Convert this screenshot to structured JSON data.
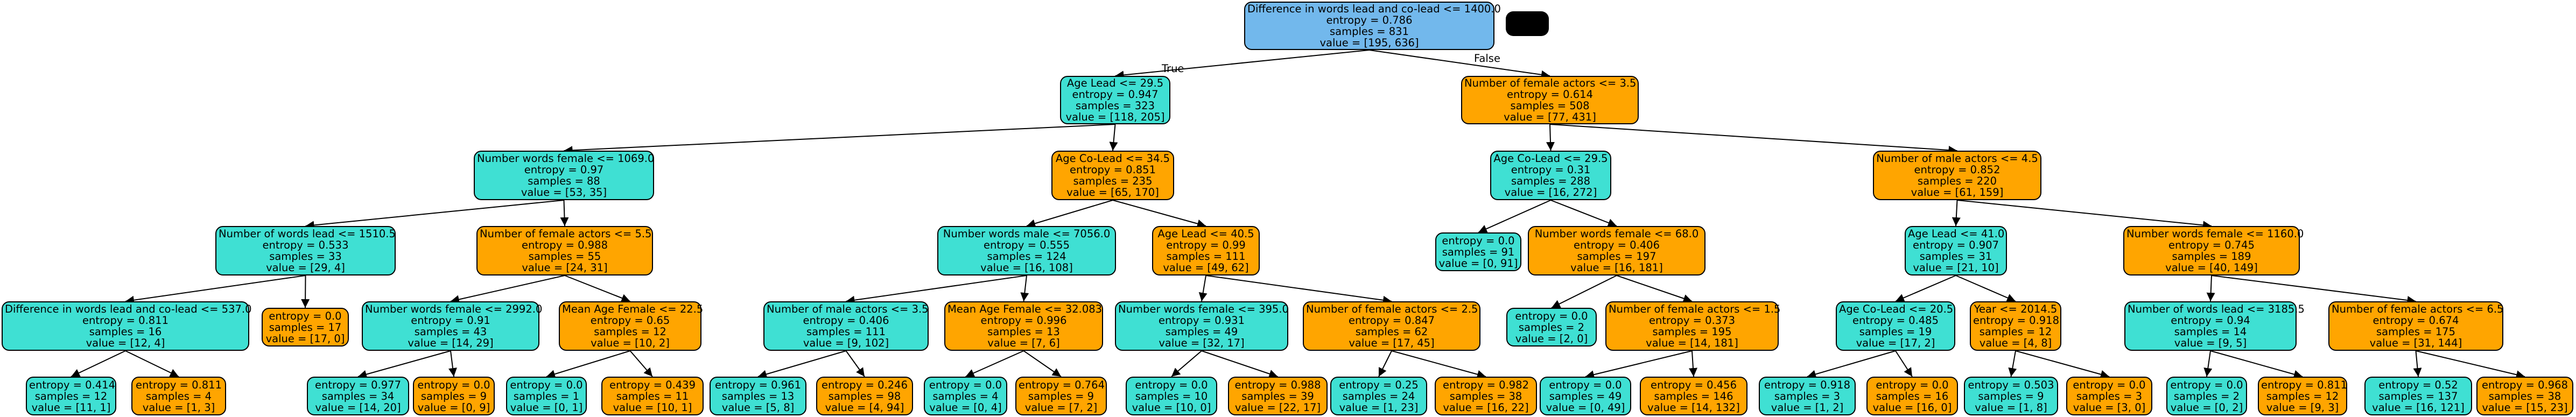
{
  "edge_labels": {
    "true_label": "True",
    "false_label": "False"
  },
  "nodes": [
    {
      "id": "root",
      "color": "blue",
      "lines": [
        "Difference in words lead and co-lead <= 1400.0",
        "entropy = 0.786",
        "samples = 831",
        "value = [195, 636]"
      ]
    },
    {
      "id": "n_age_lead_29",
      "color": "teal",
      "lines": [
        "Age Lead <= 29.5",
        "entropy = 0.947",
        "samples = 323",
        "value = [118, 205]"
      ]
    },
    {
      "id": "n_female_actors_35",
      "color": "orange",
      "lines": [
        "Number of female actors <= 3.5",
        "entropy = 0.614",
        "samples = 508",
        "value = [77, 431]"
      ]
    },
    {
      "id": "n_words_female_1069",
      "color": "teal",
      "lines": [
        "Number words female <= 1069.0",
        "entropy = 0.97",
        "samples = 88",
        "value = [53, 35]"
      ]
    },
    {
      "id": "n_age_colead_345",
      "color": "orange",
      "lines": [
        "Age Co-Lead <= 34.5",
        "entropy = 0.851",
        "samples = 235",
        "value = [65, 170]"
      ]
    },
    {
      "id": "n_age_colead_295",
      "color": "teal",
      "lines": [
        "Age Co-Lead <= 29.5",
        "entropy = 0.31",
        "samples = 288",
        "value = [16, 272]"
      ]
    },
    {
      "id": "n_male_actors_45",
      "color": "orange",
      "lines": [
        "Number of male actors <= 4.5",
        "entropy = 0.852",
        "samples = 220",
        "value = [61, 159]"
      ]
    },
    {
      "id": "n_words_lead_1510",
      "color": "teal",
      "lines": [
        "Number of words lead <= 1510.5",
        "entropy = 0.533",
        "samples = 33",
        "value = [29, 4]"
      ]
    },
    {
      "id": "n_female_actors_55",
      "color": "orange",
      "lines": [
        "Number of female actors <= 5.5",
        "entropy = 0.988",
        "samples = 55",
        "value = [24, 31]"
      ]
    },
    {
      "id": "n_words_male_7056",
      "color": "teal",
      "lines": [
        "Number words male <= 7056.0",
        "entropy = 0.555",
        "samples = 124",
        "value = [16, 108]"
      ]
    },
    {
      "id": "n_age_lead_405",
      "color": "orange",
      "lines": [
        "Age Lead <= 40.5",
        "entropy = 0.99",
        "samples = 111",
        "value = [49, 62]"
      ]
    },
    {
      "id": "leaf_0_91",
      "color": "teal",
      "lines": [
        "entropy = 0.0",
        "samples = 91",
        "value = [0, 91]"
      ]
    },
    {
      "id": "n_words_female_68",
      "color": "orange",
      "lines": [
        "Number words female <= 68.0",
        "entropy = 0.406",
        "samples = 197",
        "value = [16, 181]"
      ]
    },
    {
      "id": "n_age_lead_41",
      "color": "teal",
      "lines": [
        "Age Lead <= 41.0",
        "entropy = 0.907",
        "samples = 31",
        "value = [21, 10]"
      ]
    },
    {
      "id": "n_words_female_1160",
      "color": "orange",
      "lines": [
        "Number words female <= 1160.0",
        "entropy = 0.745",
        "samples = 189",
        "value = [40, 149]"
      ]
    },
    {
      "id": "n_diff_537",
      "color": "teal",
      "lines": [
        "Difference in words lead and co-lead <= 537.0",
        "entropy = 0.811",
        "samples = 16",
        "value = [12, 4]"
      ]
    },
    {
      "id": "leaf_17_0",
      "color": "orange",
      "lines": [
        "entropy = 0.0",
        "samples = 17",
        "value = [17, 0]"
      ]
    },
    {
      "id": "n_words_female_2992",
      "color": "teal",
      "lines": [
        "Number words female <= 2992.0",
        "entropy = 0.91",
        "samples = 43",
        "value = [14, 29]"
      ]
    },
    {
      "id": "n_mean_age_female_225",
      "color": "orange",
      "lines": [
        "Mean Age Female <= 22.5",
        "entropy = 0.65",
        "samples = 12",
        "value = [10, 2]"
      ]
    },
    {
      "id": "n_male_actors_35",
      "color": "teal",
      "lines": [
        "Number of male actors <= 3.5",
        "entropy = 0.406",
        "samples = 111",
        "value = [9, 102]"
      ]
    },
    {
      "id": "n_mean_age_female_32083",
      "color": "orange",
      "lines": [
        "Mean Age Female <= 32.083",
        "entropy = 0.996",
        "samples = 13",
        "value = [7, 6]"
      ]
    },
    {
      "id": "n_words_female_395",
      "color": "teal",
      "lines": [
        "Number words female <= 395.0",
        "entropy = 0.931",
        "samples = 49",
        "value = [32, 17]"
      ]
    },
    {
      "id": "n_female_actors_25",
      "color": "orange",
      "lines": [
        "Number of female actors <= 2.5",
        "entropy = 0.847",
        "samples = 62",
        "value = [17, 45]"
      ]
    },
    {
      "id": "leaf_2_0",
      "color": "teal",
      "lines": [
        "entropy = 0.0",
        "samples = 2",
        "value = [2, 0]"
      ]
    },
    {
      "id": "n_female_actors_15",
      "color": "orange",
      "lines": [
        "Number of female actors <= 1.5",
        "entropy = 0.373",
        "samples = 195",
        "value = [14, 181]"
      ]
    },
    {
      "id": "n_age_colead_205",
      "color": "teal",
      "lines": [
        "Age Co-Lead <= 20.5",
        "entropy = 0.485",
        "samples = 19",
        "value = [17, 2]"
      ]
    },
    {
      "id": "n_year_20145",
      "color": "orange",
      "lines": [
        "Year <= 2014.5",
        "entropy = 0.918",
        "samples = 12",
        "value = [4, 8]"
      ]
    },
    {
      "id": "n_words_lead_3185",
      "color": "teal",
      "lines": [
        "Number of words lead <= 3185.5",
        "entropy = 0.94",
        "samples = 14",
        "value = [9, 5]"
      ]
    },
    {
      "id": "n_female_actors_65",
      "color": "orange",
      "lines": [
        "Number of female actors <= 6.5",
        "entropy = 0.674",
        "samples = 175",
        "value = [31, 144]"
      ]
    },
    {
      "id": "leaf_11_1",
      "color": "teal",
      "lines": [
        "entropy = 0.414",
        "samples = 12",
        "value = [11, 1]"
      ]
    },
    {
      "id": "leaf_1_3",
      "color": "orange",
      "lines": [
        "entropy = 0.811",
        "samples = 4",
        "value = [1, 3]"
      ]
    },
    {
      "id": "leaf_14_20",
      "color": "teal",
      "lines": [
        "entropy = 0.977",
        "samples = 34",
        "value = [14, 20]"
      ]
    },
    {
      "id": "leaf_0_9",
      "color": "orange",
      "lines": [
        "entropy = 0.0",
        "samples = 9",
        "value = [0, 9]"
      ]
    },
    {
      "id": "leaf_0_1",
      "color": "teal",
      "lines": [
        "entropy = 0.0",
        "samples = 1",
        "value = [0, 1]"
      ]
    },
    {
      "id": "leaf_10_1",
      "color": "orange",
      "lines": [
        "entropy = 0.439",
        "samples = 11",
        "value = [10, 1]"
      ]
    },
    {
      "id": "leaf_5_8",
      "color": "teal",
      "lines": [
        "entropy = 0.961",
        "samples = 13",
        "value = [5, 8]"
      ]
    },
    {
      "id": "leaf_4_94",
      "color": "orange",
      "lines": [
        "entropy = 0.246",
        "samples = 98",
        "value = [4, 94]"
      ]
    },
    {
      "id": "leaf_0_4",
      "color": "teal",
      "lines": [
        "entropy = 0.0",
        "samples = 4",
        "value = [0, 4]"
      ]
    },
    {
      "id": "leaf_7_2",
      "color": "orange",
      "lines": [
        "entropy = 0.764",
        "samples = 9",
        "value = [7, 2]"
      ]
    },
    {
      "id": "leaf_10_0",
      "color": "teal",
      "lines": [
        "entropy = 0.0",
        "samples = 10",
        "value = [10, 0]"
      ]
    },
    {
      "id": "leaf_22_17",
      "color": "orange",
      "lines": [
        "entropy = 0.988",
        "samples = 39",
        "value = [22, 17]"
      ]
    },
    {
      "id": "leaf_1_23",
      "color": "teal",
      "lines": [
        "entropy = 0.25",
        "samples = 24",
        "value = [1, 23]"
      ]
    },
    {
      "id": "leaf_16_22",
      "color": "orange",
      "lines": [
        "entropy = 0.982",
        "samples = 38",
        "value = [16, 22]"
      ]
    },
    {
      "id": "leaf_0_49",
      "color": "teal",
      "lines": [
        "entropy = 0.0",
        "samples = 49",
        "value = [0, 49]"
      ]
    },
    {
      "id": "leaf_14_132",
      "color": "orange",
      "lines": [
        "entropy = 0.456",
        "samples = 146",
        "value = [14, 132]"
      ]
    },
    {
      "id": "leaf_1_2",
      "color": "teal",
      "lines": [
        "entropy = 0.918",
        "samples = 3",
        "value = [1, 2]"
      ]
    },
    {
      "id": "leaf_16_0",
      "color": "orange",
      "lines": [
        "entropy = 0.0",
        "samples = 16",
        "value = [16, 0]"
      ]
    },
    {
      "id": "leaf_1_8",
      "color": "teal",
      "lines": [
        "entropy = 0.503",
        "samples = 9",
        "value = [1, 8]"
      ]
    },
    {
      "id": "leaf_3_0",
      "color": "orange",
      "lines": [
        "entropy = 0.0",
        "samples = 3",
        "value = [3, 0]"
      ]
    },
    {
      "id": "leaf_0_2",
      "color": "teal",
      "lines": [
        "entropy = 0.0",
        "samples = 2",
        "value = [0, 2]"
      ]
    },
    {
      "id": "leaf_9_3",
      "color": "orange",
      "lines": [
        "entropy = 0.811",
        "samples = 12",
        "value = [9, 3]"
      ]
    },
    {
      "id": "leaf_15_121",
      "color": "teal",
      "lines": [
        "entropy = 0.52",
        "samples = 137",
        "value = [16, 121]"
      ]
    },
    {
      "id": "leaf_15_23",
      "color": "orange",
      "lines": [
        "entropy = 0.968",
        "samples = 38",
        "value = [15, 23]"
      ]
    }
  ],
  "edges": [
    [
      "root",
      "n_age_lead_29"
    ],
    [
      "root",
      "n_female_actors_35"
    ],
    [
      "n_age_lead_29",
      "n_words_female_1069"
    ],
    [
      "n_age_lead_29",
      "n_age_colead_345"
    ],
    [
      "n_female_actors_35",
      "n_age_colead_295"
    ],
    [
      "n_female_actors_35",
      "n_male_actors_45"
    ],
    [
      "n_words_female_1069",
      "n_words_lead_1510"
    ],
    [
      "n_words_female_1069",
      "n_female_actors_55"
    ],
    [
      "n_age_colead_345",
      "n_words_male_7056"
    ],
    [
      "n_age_colead_345",
      "n_age_lead_405"
    ],
    [
      "n_age_colead_295",
      "leaf_0_91"
    ],
    [
      "n_age_colead_295",
      "n_words_female_68"
    ],
    [
      "n_male_actors_45",
      "n_age_lead_41"
    ],
    [
      "n_male_actors_45",
      "n_words_female_1160"
    ],
    [
      "n_words_lead_1510",
      "n_diff_537"
    ],
    [
      "n_words_lead_1510",
      "leaf_17_0"
    ],
    [
      "n_female_actors_55",
      "n_words_female_2992"
    ],
    [
      "n_female_actors_55",
      "n_mean_age_female_225"
    ],
    [
      "n_words_male_7056",
      "n_male_actors_35"
    ],
    [
      "n_words_male_7056",
      "n_mean_age_female_32083"
    ],
    [
      "n_age_lead_405",
      "n_words_female_395"
    ],
    [
      "n_age_lead_405",
      "n_female_actors_25"
    ],
    [
      "n_words_female_68",
      "leaf_2_0"
    ],
    [
      "n_words_female_68",
      "n_female_actors_15"
    ],
    [
      "n_age_lead_41",
      "n_age_colead_205"
    ],
    [
      "n_age_lead_41",
      "n_year_20145"
    ],
    [
      "n_words_female_1160",
      "n_words_lead_3185"
    ],
    [
      "n_words_female_1160",
      "n_female_actors_65"
    ],
    [
      "n_diff_537",
      "leaf_11_1"
    ],
    [
      "n_diff_537",
      "leaf_1_3"
    ],
    [
      "n_words_female_2992",
      "leaf_14_20"
    ],
    [
      "n_words_female_2992",
      "leaf_0_9"
    ],
    [
      "n_mean_age_female_225",
      "leaf_0_1"
    ],
    [
      "n_mean_age_female_225",
      "leaf_10_1"
    ],
    [
      "n_male_actors_35",
      "leaf_5_8"
    ],
    [
      "n_male_actors_35",
      "leaf_4_94"
    ],
    [
      "n_mean_age_female_32083",
      "leaf_0_4"
    ],
    [
      "n_mean_age_female_32083",
      "leaf_7_2"
    ],
    [
      "n_words_female_395",
      "leaf_10_0"
    ],
    [
      "n_words_female_395",
      "leaf_22_17"
    ],
    [
      "n_female_actors_25",
      "leaf_1_23"
    ],
    [
      "n_female_actors_25",
      "leaf_16_22"
    ],
    [
      "n_female_actors_15",
      "leaf_0_49"
    ],
    [
      "n_female_actors_15",
      "leaf_14_132"
    ],
    [
      "n_age_colead_205",
      "leaf_1_2"
    ],
    [
      "n_age_colead_205",
      "leaf_16_0"
    ],
    [
      "n_year_20145",
      "leaf_1_8"
    ],
    [
      "n_year_20145",
      "leaf_3_0"
    ],
    [
      "n_words_lead_3185",
      "leaf_0_2"
    ],
    [
      "n_words_lead_3185",
      "leaf_9_3"
    ],
    [
      "n_female_actors_65",
      "leaf_15_121"
    ],
    [
      "n_female_actors_65",
      "leaf_15_23"
    ]
  ]
}
